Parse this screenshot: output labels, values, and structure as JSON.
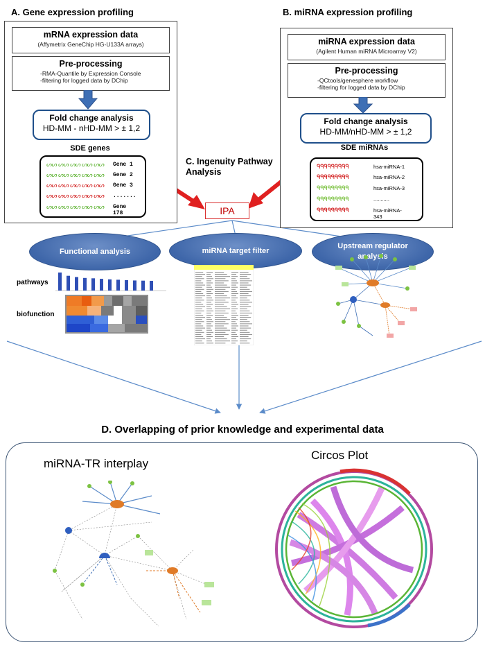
{
  "section_a": {
    "title": "A. Gene expression profiling",
    "box1": {
      "title": "mRNA expression data",
      "sub": "(Affymetrix GeneChip HG-U133A arrays)"
    },
    "box2": {
      "title": "Pre-processing",
      "lines": [
        "-RMA-Quantile by Expression Console",
        "-filtering for logged data by DChip"
      ]
    },
    "fold": {
      "title": "Fold change analysis",
      "formula": "HD-MM - nHD-MM > ± 1,2"
    },
    "sde": {
      "title": "SDE genes",
      "rows": [
        {
          "label": "Gene 1",
          "color": "#5cb230"
        },
        {
          "label": "Gene 2",
          "color": "#5cb230"
        },
        {
          "label": "Gene 3",
          "color": "#d11a1a"
        },
        {
          "label": ".......",
          "color": "#d11a1a"
        },
        {
          "label": "Gene 178",
          "color": "#5cb230"
        }
      ]
    }
  },
  "section_b": {
    "title": "B. miRNA expression profiling",
    "box1": {
      "title": "miRNA expression data",
      "sub": "(Agilent Human miRNA Microarray V2)"
    },
    "box2": {
      "title": "Pre-processing",
      "lines": [
        "-QCtools/genesphere workflow",
        "-filtering for logged data by DChip"
      ]
    },
    "fold": {
      "title": "Fold change analysis",
      "formula": "HD-MM/nHD-MM > ± 1,2"
    },
    "sde": {
      "title": "SDE miRNAs",
      "rows": [
        {
          "label": "hsa-miRNA-1",
          "color": "#d11a1a"
        },
        {
          "label": "hsa-miRNA-2",
          "color": "#d11a1a"
        },
        {
          "label": "hsa-miRNA-3",
          "color": "#7cc242"
        },
        {
          "label": "...........",
          "color": "#7cc242"
        },
        {
          "label": "hsa-miRNA-343",
          "color": "#d11a1a"
        }
      ]
    }
  },
  "section_c": {
    "title": "C. Ingenuity Pathway Analysis",
    "ipa": "IPA",
    "analyses": [
      {
        "label": "Functional analysis"
      },
      {
        "label": "miRNA target filter"
      },
      {
        "label": "Upstream regulator analysis"
      }
    ],
    "pathways_label": "pathways",
    "biofunction_label": "biofunction",
    "pathway_values": [
      1.0,
      0.82,
      0.75,
      0.7,
      0.68,
      0.65,
      0.62,
      0.6,
      0.58,
      0.56,
      0.55,
      0.54
    ]
  },
  "section_d": {
    "title": "D. Overlapping of prior knowledge and experimental data",
    "left_title": "miRNA-TR interplay",
    "right_title": "Circos Plot"
  },
  "colors": {
    "arrow_blue": "#3e6fb5",
    "ipa_red": "#e02020",
    "ellipse_blue": "#3e66a9",
    "line_blue": "#5b8bc9"
  }
}
